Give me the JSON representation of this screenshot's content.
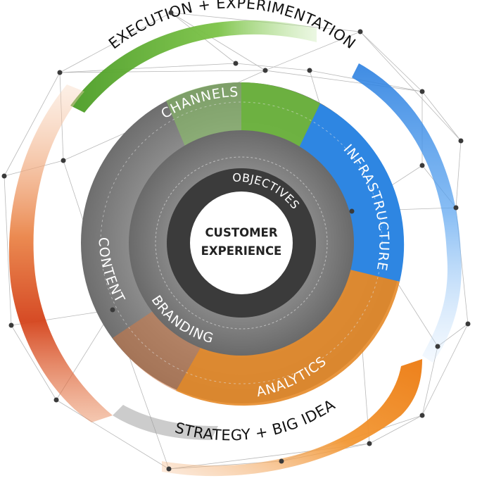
{
  "diagram": {
    "center": {
      "line1": "CUSTOMER",
      "line2": "EXPERIENCE"
    },
    "inner_ring": {
      "labels": [
        "OBJECTIVES",
        "BRANDING"
      ]
    },
    "middle_ring": {
      "labels": [
        "CHANNELS",
        "INFRASTRUCTURE",
        "ANALYTICS",
        "CONTENT"
      ]
    },
    "outer_ring": {
      "labels": [
        "EXECUTION + EXPERIMENTATION",
        "STRATEGY + BIG IDEA"
      ]
    },
    "colors": {
      "green": "#5bb031",
      "blue": "#2f86e0",
      "orange": "#ee8620",
      "red_orange": "#d9471c",
      "gray_dark": "#666666",
      "gray_mid": "#8a8a8a",
      "center_ring": "#3d3d3d"
    }
  }
}
